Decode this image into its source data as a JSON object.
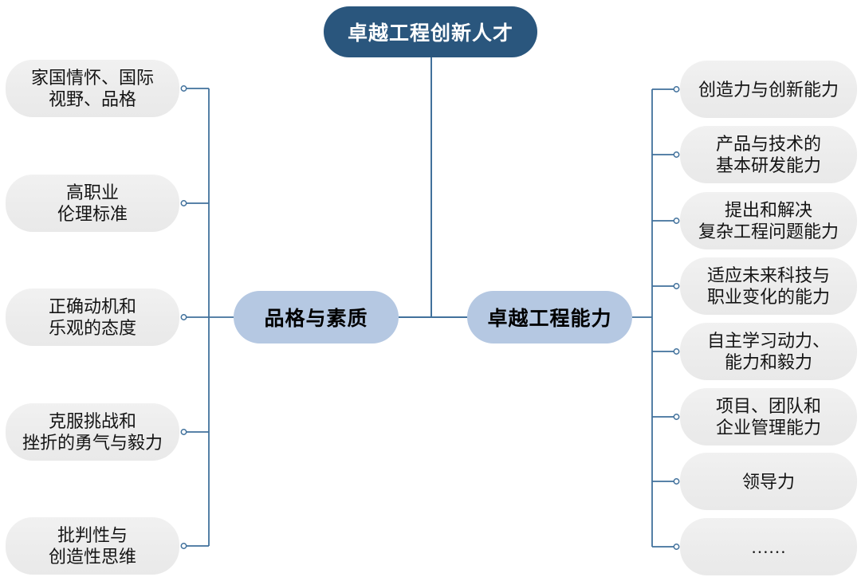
{
  "root": {
    "label": "卓越工程创新人才"
  },
  "left_branch": {
    "label": "品格与素质",
    "items": [
      {
        "lines": [
          "家国情怀、国际",
          "视野、品格"
        ]
      },
      {
        "lines": [
          "高职业",
          "伦理标准"
        ]
      },
      {
        "lines": [
          "正确动机和",
          "乐观的态度"
        ]
      },
      {
        "lines": [
          "克服挑战和",
          "挫折的勇气与毅力"
        ]
      },
      {
        "lines": [
          "批判性与",
          "创造性思维"
        ]
      }
    ]
  },
  "right_branch": {
    "label": "卓越工程能力",
    "items": [
      {
        "lines": [
          "创造力与创新能力"
        ]
      },
      {
        "lines": [
          "产品与技术的",
          "基本研发能力"
        ]
      },
      {
        "lines": [
          "提出和解决",
          "复杂工程问题能力"
        ]
      },
      {
        "lines": [
          "适应未来科技与",
          "职业变化的能力"
        ]
      },
      {
        "lines": [
          "自主学习动力、",
          "能力和毅力"
        ]
      },
      {
        "lines": [
          "项目、团队和",
          "企业管理能力"
        ]
      },
      {
        "lines": [
          "领导力"
        ]
      },
      {
        "lines": [
          "……"
        ]
      }
    ]
  },
  "colors": {
    "root_bg": "#2a567d",
    "root_text": "#ffffff",
    "branch_bg": "#b5c8e2",
    "branch_text": "#000000",
    "leaf_bg": "#ededed",
    "leaf_text": "#141414",
    "line": "#41719c"
  }
}
